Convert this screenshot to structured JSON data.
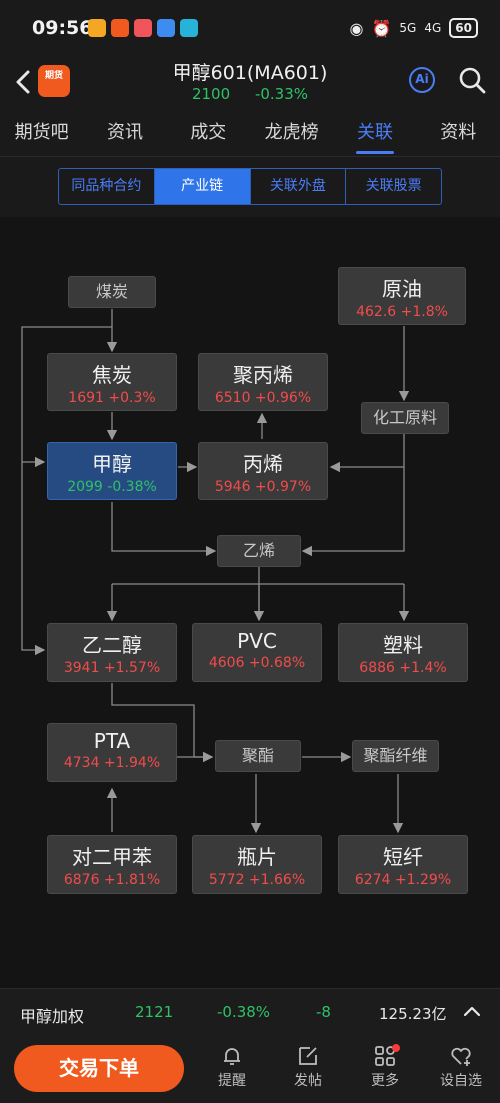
{
  "status_bar": {
    "time": "09:56",
    "network_5g": "5G",
    "network_4g": "4G",
    "battery": "60"
  },
  "header": {
    "logo_text": "期货",
    "title": "甲醇601(MA601)",
    "price": "2100",
    "change_pct": "-0.33%",
    "ai_label": "Ai"
  },
  "tabs": [
    {
      "label": "期货吧"
    },
    {
      "label": "资讯"
    },
    {
      "label": "成交"
    },
    {
      "label": "龙虎榜"
    },
    {
      "label": "关联"
    },
    {
      "label": "资料"
    }
  ],
  "segments": [
    {
      "label": "同品种合约"
    },
    {
      "label": "产业链"
    },
    {
      "label": "关联外盘"
    },
    {
      "label": "关联股票"
    }
  ],
  "chain": {
    "coal": {
      "name": "煤炭"
    },
    "crude": {
      "name": "原油",
      "quote": "462.6 +1.8%"
    },
    "coke": {
      "name": "焦炭",
      "quote": "1691 +0.3%"
    },
    "pp": {
      "name": "聚丙烯",
      "quote": "6510 +0.96%"
    },
    "chem": {
      "name": "化工原料"
    },
    "methanol": {
      "name": "甲醇",
      "quote": "2099 -0.38%"
    },
    "propylene": {
      "name": "丙烯",
      "quote": "5946 +0.97%"
    },
    "ethylene": {
      "name": "乙烯"
    },
    "meg": {
      "name": "乙二醇",
      "quote": "3941 +1.57%"
    },
    "pvc": {
      "name": "PVC",
      "quote": "4606 +0.68%"
    },
    "plastic": {
      "name": "塑料",
      "quote": "6886 +1.4%"
    },
    "pta": {
      "name": "PTA",
      "quote": "4734 +1.94%"
    },
    "polyester": {
      "name": "聚酯"
    },
    "fiber": {
      "name": "聚酯纤维"
    },
    "px": {
      "name": "对二甲苯",
      "quote": "6876 +1.81%"
    },
    "bottle": {
      "name": "瓶片",
      "quote": "5772 +1.66%"
    },
    "staple": {
      "name": "短纤",
      "quote": "6274 +1.29%"
    }
  },
  "summary": {
    "name": "甲醇加权",
    "price": "2121",
    "change_pct": "-0.38%",
    "change": "-8",
    "volume": "125.23亿"
  },
  "bottom_bar": {
    "trade_label": "交易下单",
    "nav": [
      {
        "label": "提醒"
      },
      {
        "label": "发帖"
      },
      {
        "label": "更多"
      },
      {
        "label": "设自选"
      }
    ]
  },
  "colors": {
    "accent": "#4a7cf5",
    "up": "#f24b4b",
    "down": "#2fc166",
    "brand": "#f05a1f"
  }
}
